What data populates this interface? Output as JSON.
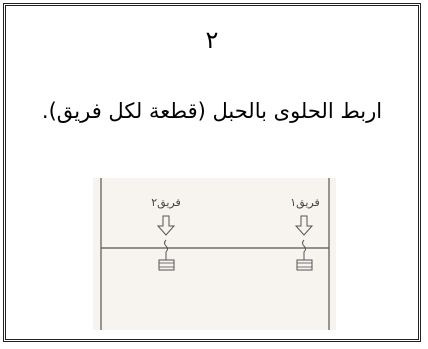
{
  "step": {
    "number": "٢"
  },
  "instruction": {
    "text": "اربط الحلوى بالحبل (قطعة لكل فريق)."
  },
  "illustration": {
    "team_left_label": "فريق٢",
    "team_right_label": "فريق١"
  },
  "colors": {
    "border": "#222222",
    "sketch_line": "#555555",
    "paper": "#f7f4ef"
  },
  "icons": {
    "arrow": "down-arrow-icon",
    "candy": "candy-icon"
  }
}
